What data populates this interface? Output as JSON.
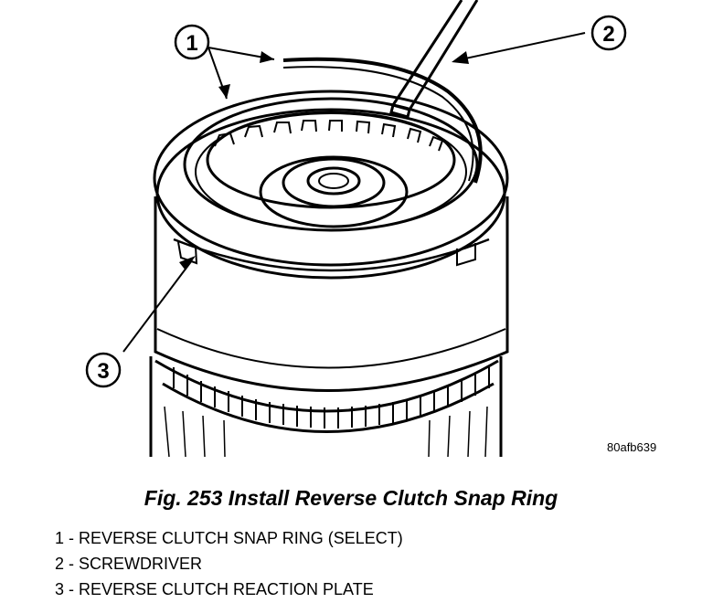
{
  "figure": {
    "ref_code": "80afb639",
    "caption": "Fig. 253 Install Reverse Clutch Snap Ring"
  },
  "callouts": [
    {
      "number": "1",
      "label": "1 - REVERSE CLUTCH SNAP RING (SELECT)"
    },
    {
      "number": "2",
      "label": "2 - SCREWDRIVER"
    },
    {
      "number": "3",
      "label": "3 - REVERSE CLUTCH REACTION PLATE"
    }
  ]
}
